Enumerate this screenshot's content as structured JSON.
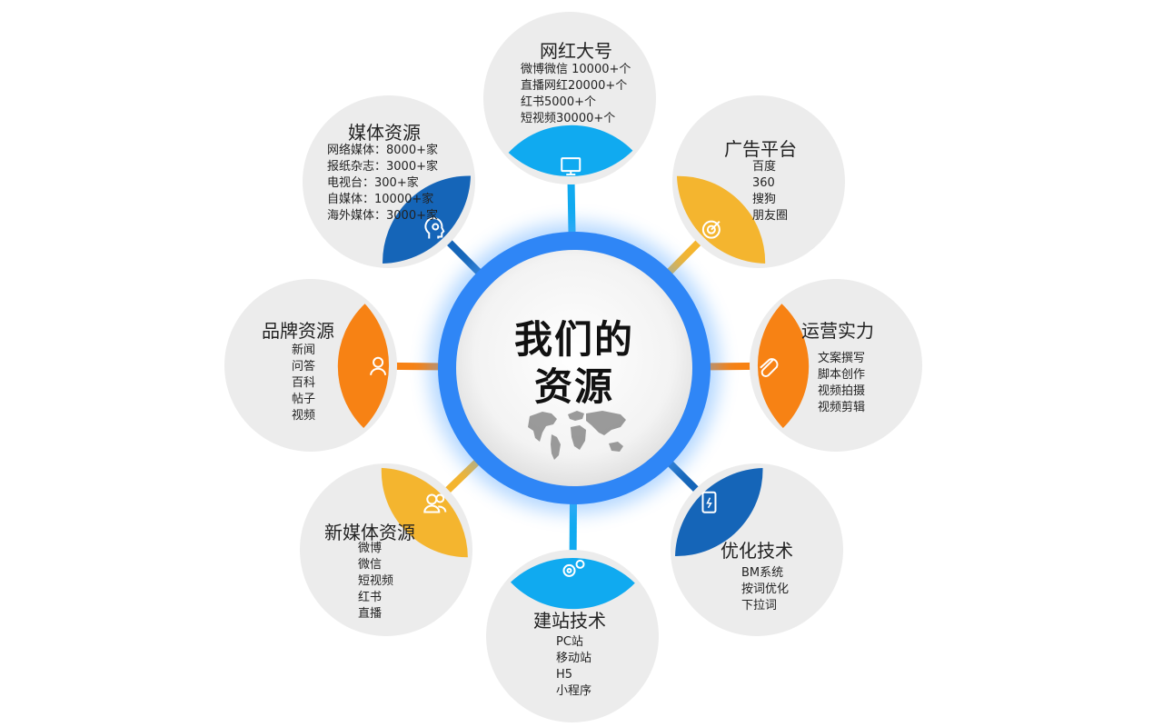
{
  "center": {
    "title_line1": "我们的",
    "title_line2": "资源"
  },
  "colors": {
    "ring": "#2f86f6",
    "blue_light": "#10aaf0",
    "blue_dark": "#1565b8",
    "yellow": "#f4b52f",
    "orange": "#f78214",
    "circle_bg": "#ececec"
  },
  "nodes": [
    {
      "id": "wanghong",
      "title": "网红大号",
      "lines": [
        "微博微信 10000+个",
        "直播网红20000+个",
        "红书5000+个",
        "短视频30000+个"
      ],
      "accent": "blue_light",
      "icon": "monitor-icon"
    },
    {
      "id": "guanggao",
      "title": "广告平台",
      "lines": [
        "百度",
        "360",
        "搜狗",
        "朋友圈"
      ],
      "accent": "yellow",
      "icon": "target-icon"
    },
    {
      "id": "yunying",
      "title": "运营实力",
      "lines": [
        "文案撰写",
        "脚本创作",
        "视频拍摄",
        "视频剪辑"
      ],
      "accent": "orange",
      "icon": "paperclip-icon"
    },
    {
      "id": "youhua",
      "title": "优化技术",
      "lines": [
        "BM系统",
        "按词优化",
        "下拉词"
      ],
      "accent": "blue_dark",
      "icon": "phone-icon"
    },
    {
      "id": "jianzhan",
      "title": "建站技术",
      "lines": [
        "PC站",
        "移动站",
        "H5",
        "小程序"
      ],
      "accent": "blue_light",
      "icon": "gears-icon"
    },
    {
      "id": "xinmeiti",
      "title": "新媒体资源",
      "lines": [
        "微博",
        "微信",
        "短视频",
        "红书",
        "直播"
      ],
      "accent": "yellow",
      "icon": "users-icon"
    },
    {
      "id": "pinpai",
      "title": "品牌资源",
      "lines": [
        "新闻",
        "问答",
        "百科",
        "帖子",
        "视频"
      ],
      "accent": "orange",
      "icon": "user-icon"
    },
    {
      "id": "meiti",
      "title": "媒体资源",
      "lines": [
        "网络媒体：8000+家",
        "报纸杂志：3000+家",
        "电视台：300+家",
        "自媒体：10000+家",
        "海外媒体：3000+家"
      ],
      "accent": "blue_dark",
      "icon": "brain-head-icon"
    }
  ]
}
